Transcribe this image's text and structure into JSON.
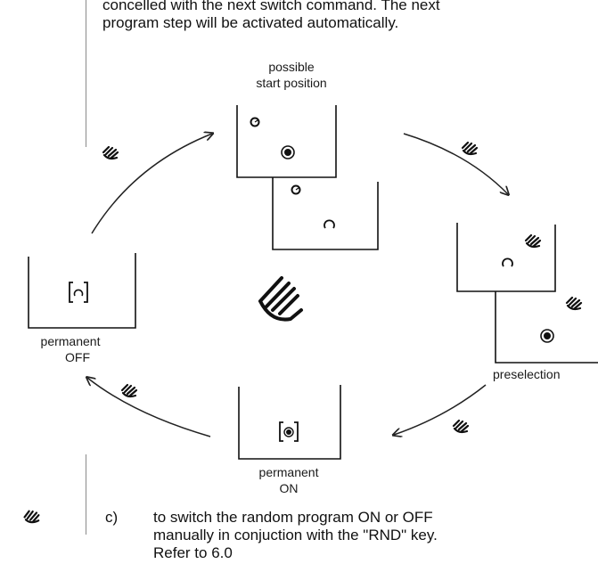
{
  "intro": {
    "line1": "concelled with the next switch command. The next",
    "line2": "program step will be activated automatically."
  },
  "states": {
    "start": {
      "line1": "possible",
      "line2": "start position"
    },
    "off": {
      "line1": "permanent",
      "line2": "OFF"
    },
    "on": {
      "line1": "permanent",
      "line2": "ON"
    },
    "preselection": {
      "label": "preselection"
    }
  },
  "footnote": {
    "label": "c)",
    "line1": "to switch the random program ON or OFF",
    "line2": "manually in conjuction with the \"RND\" key.",
    "line3": "Refer to 6.0"
  },
  "icons": [
    "hand-press-icon",
    "clock-icon",
    "dot-icon",
    "timer-arc-icon",
    "bracket-symbol-icon",
    "large-hand-icon"
  ]
}
